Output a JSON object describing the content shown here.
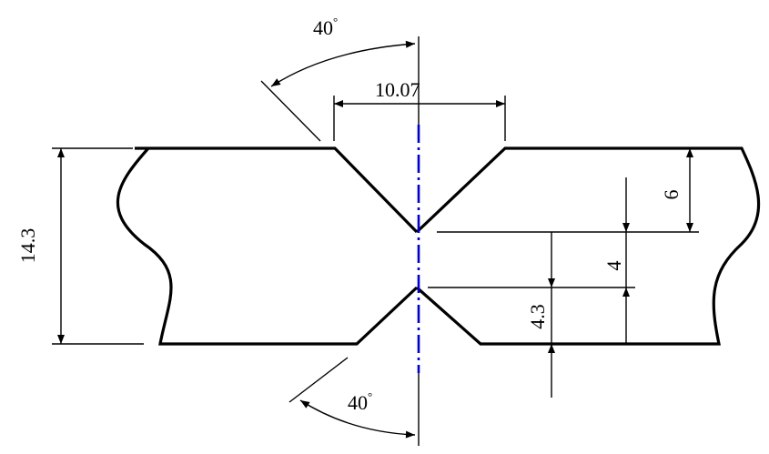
{
  "colors": {
    "outline": "#000000",
    "centerline": "#0000cc",
    "background": "#ffffff"
  },
  "labels": {
    "top_angle": "40",
    "bottom_angle": "40",
    "degree_symbol": "°",
    "gap_width": "10.07",
    "plate_thickness": "14.3",
    "upper_groove_depth": "6",
    "root_face": "4",
    "lower_groove_depth": "4.3"
  }
}
